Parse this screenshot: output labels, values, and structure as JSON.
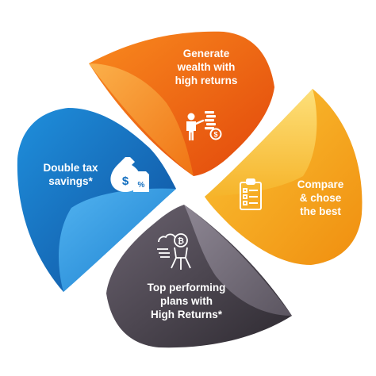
{
  "petals": [
    {
      "id": "top",
      "color": "#ee5e11",
      "icon": "person-with-coins-icon",
      "lines": [
        "Generate",
        "wealth with",
        "high returns"
      ]
    },
    {
      "id": "right",
      "color": "#f4a51a",
      "icon": "checklist-icon",
      "lines": [
        "Compare",
        "& chose",
        "the best"
      ]
    },
    {
      "id": "left",
      "color": "#1775c4",
      "icon": "money-bag-tax-icon",
      "lines": [
        "Double tax",
        "savings*"
      ]
    },
    {
      "id": "bottom",
      "color": "#4f4950",
      "icon": "rocket-coin-icon",
      "lines": [
        "Top performing",
        "plans with",
        "High Returns*"
      ]
    }
  ]
}
